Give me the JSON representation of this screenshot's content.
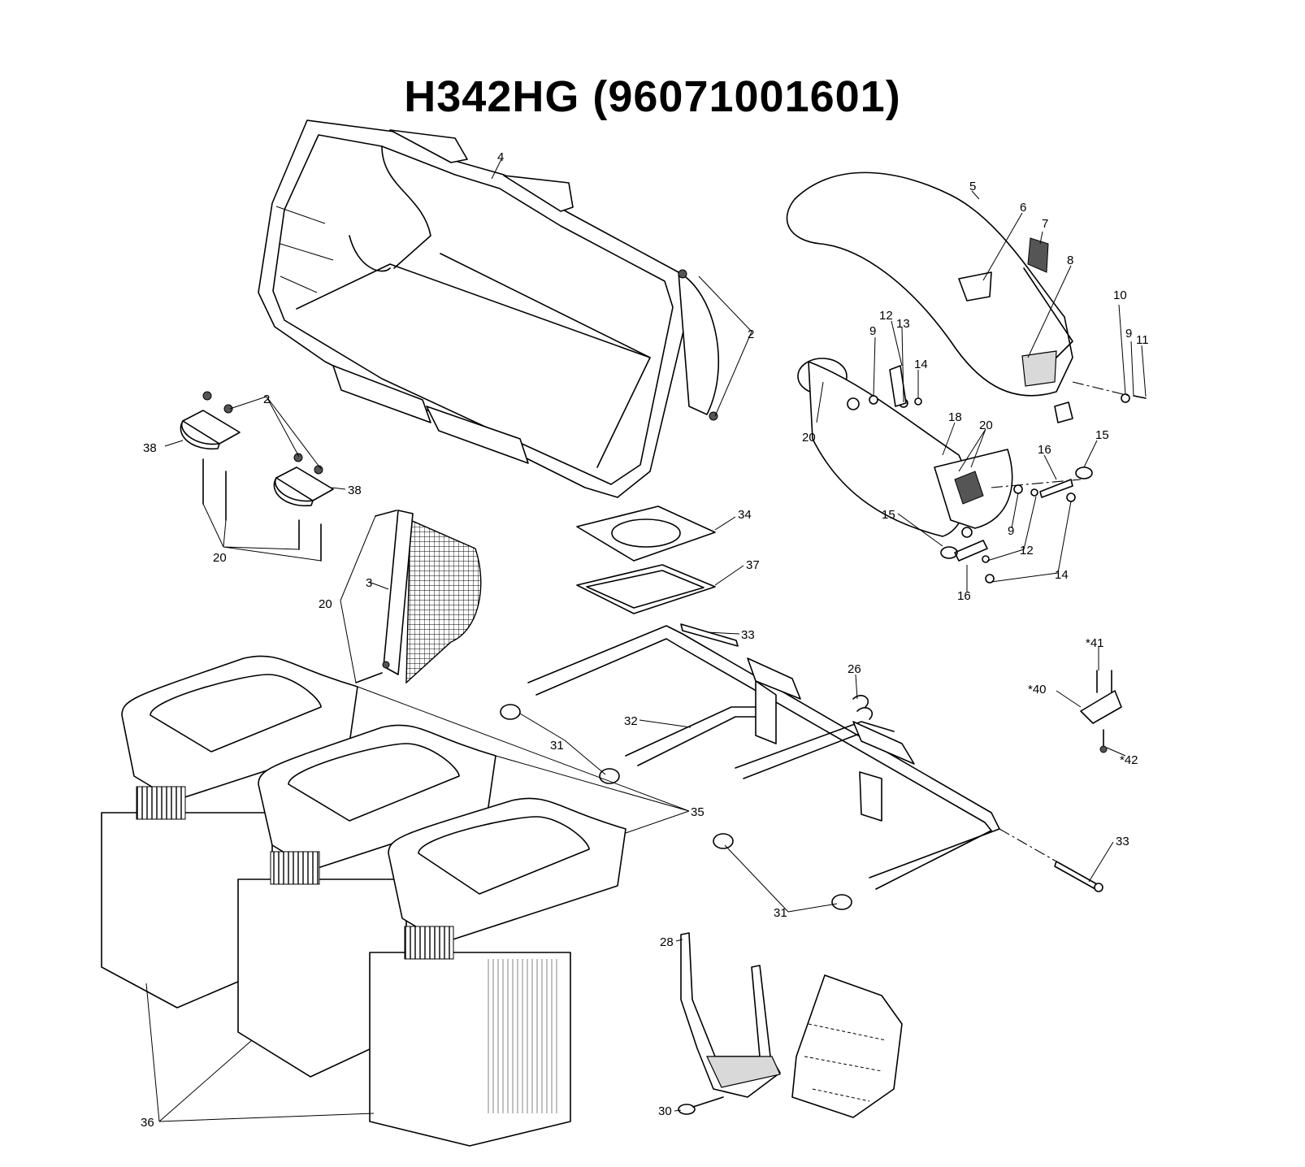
{
  "title": "H342HG  (96071001601)",
  "part_labels": [
    {
      "id": "p4",
      "text": "4"
    },
    {
      "id": "p2a",
      "text": "2"
    },
    {
      "id": "p2b",
      "text": "2"
    },
    {
      "id": "p38a",
      "text": "38"
    },
    {
      "id": "p38b",
      "text": "38"
    },
    {
      "id": "p20a",
      "text": "20"
    },
    {
      "id": "p20b",
      "text": "20"
    },
    {
      "id": "p3",
      "text": "3"
    },
    {
      "id": "p34",
      "text": "34"
    },
    {
      "id": "p37",
      "text": "37"
    },
    {
      "id": "p5",
      "text": "5"
    },
    {
      "id": "p6",
      "text": "6"
    },
    {
      "id": "p7",
      "text": "7"
    },
    {
      "id": "p8",
      "text": "8"
    },
    {
      "id": "p10",
      "text": "10"
    },
    {
      "id": "p9a",
      "text": "9"
    },
    {
      "id": "p11",
      "text": "11"
    },
    {
      "id": "p12a",
      "text": "12"
    },
    {
      "id": "p13",
      "text": "13"
    },
    {
      "id": "p9b",
      "text": "9"
    },
    {
      "id": "p14a",
      "text": "14"
    },
    {
      "id": "p20c",
      "text": "20"
    },
    {
      "id": "p18",
      "text": "18"
    },
    {
      "id": "p20d",
      "text": "20"
    },
    {
      "id": "p16a",
      "text": "16"
    },
    {
      "id": "p15a",
      "text": "15"
    },
    {
      "id": "p15b",
      "text": "15"
    },
    {
      "id": "p9c",
      "text": "9"
    },
    {
      "id": "p12b",
      "text": "12"
    },
    {
      "id": "p14b",
      "text": "14"
    },
    {
      "id": "p16b",
      "text": "16"
    },
    {
      "id": "p33a",
      "text": "33"
    },
    {
      "id": "p26",
      "text": "26"
    },
    {
      "id": "p32",
      "text": "32"
    },
    {
      "id": "p31a",
      "text": "31"
    },
    {
      "id": "p35",
      "text": "35"
    },
    {
      "id": "p33b",
      "text": "33"
    },
    {
      "id": "p31b",
      "text": "31"
    },
    {
      "id": "p41",
      "text": "*41"
    },
    {
      "id": "p40",
      "text": "*40"
    },
    {
      "id": "p42",
      "text": "*42"
    },
    {
      "id": "p28",
      "text": "28"
    },
    {
      "id": "p30",
      "text": "30"
    },
    {
      "id": "p36",
      "text": "36"
    }
  ]
}
